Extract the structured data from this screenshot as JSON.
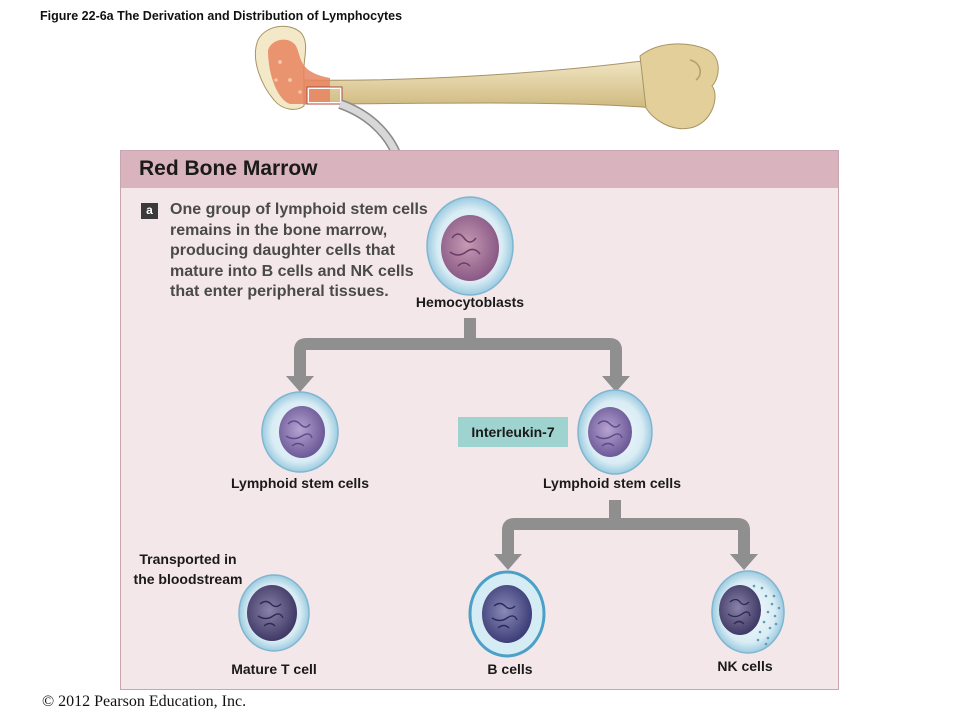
{
  "figure": {
    "title": "Figure 22-6a   The Derivation and Distribution of Lymphocytes",
    "copyright": "© 2012 Pearson Education, Inc."
  },
  "panel": {
    "title": "Red Bone Marrow",
    "tag": "a",
    "description": "One group of lymphoid stem cells remains in the bone marrow, producing daughter cells that mature into B cells and NK cells that enter peripheral tissues."
  },
  "cells": {
    "hemocytoblasts": "Hemocytoblasts",
    "lymphoid_left": "Lymphoid  stem  cells",
    "lymphoid_right": "Lymphoid  stem  cells",
    "interleukin": "Interleukin-7",
    "transport": "Transported in the bloodstream",
    "mature_t": "Mature  T cell",
    "b_cells": "B cells",
    "nk_cells": "NK cells"
  },
  "colors": {
    "panel_bg": "#f4e7ea",
    "panel_header": "#d9b3bd",
    "arrow": "#8f8f8f",
    "interleukin_bg": "#9fd3d0",
    "bone": "#e6d5a8",
    "marrow": "#e07a55"
  }
}
